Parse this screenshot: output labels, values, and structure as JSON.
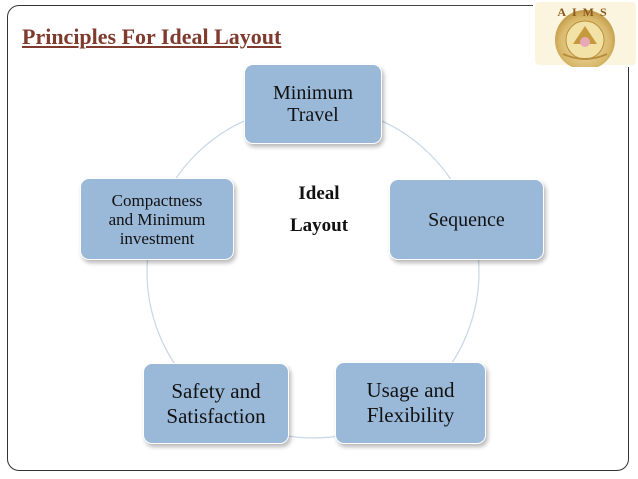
{
  "slide": {
    "title": "Principles For Ideal Layout",
    "logo_text": "AIMS"
  },
  "diagram": {
    "center": [
      "Ideal",
      "Layout"
    ],
    "nodes": [
      {
        "id": "minimum-travel",
        "lines": [
          "Minimum",
          "Travel"
        ]
      },
      {
        "id": "sequence",
        "lines": [
          "Sequence"
        ]
      },
      {
        "id": "usage-flexibility",
        "lines": [
          "Usage and",
          "Flexibility"
        ]
      },
      {
        "id": "safety-satisfaction",
        "lines": [
          "Safety and",
          "Satisfaction"
        ]
      },
      {
        "id": "compactness-investment",
        "lines": [
          "Compactness",
          "and Minimum",
          "investment"
        ]
      }
    ]
  },
  "colors": {
    "title": "#7f3b2d",
    "node_fill": "#9ab9d9",
    "ring": "#c8d6e6",
    "frame": "#333333"
  }
}
